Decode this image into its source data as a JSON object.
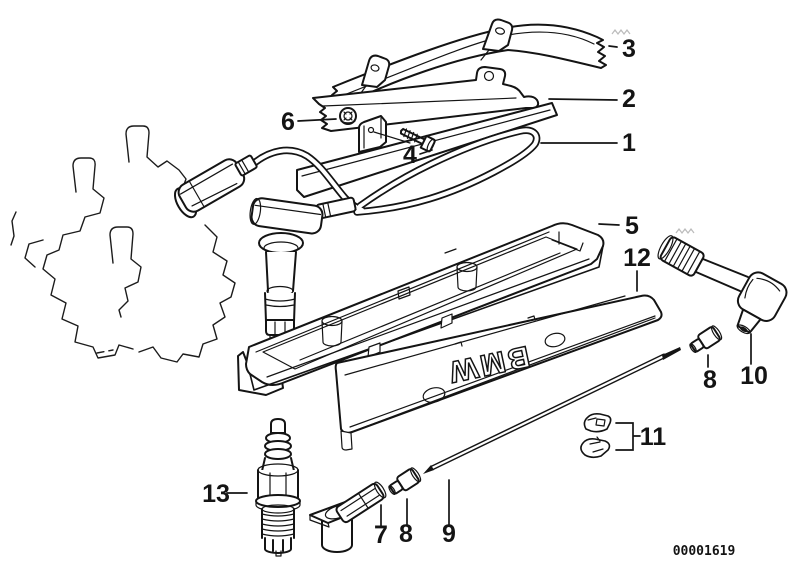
{
  "canvas": {
    "background": "#ffffff",
    "line_color": "#141414"
  },
  "labels": {
    "p1": "1",
    "p2": "2",
    "p3": "3",
    "p4": "4",
    "p5": "5",
    "p6": "6",
    "p7": "7",
    "p8_top": "8",
    "p8_bottom": "8",
    "p9": "9",
    "p10": "10",
    "p11": "11",
    "p12": "12",
    "p13": "13"
  },
  "cover_logo": "BMW",
  "footer": {
    "drawing_number": "00001619"
  }
}
